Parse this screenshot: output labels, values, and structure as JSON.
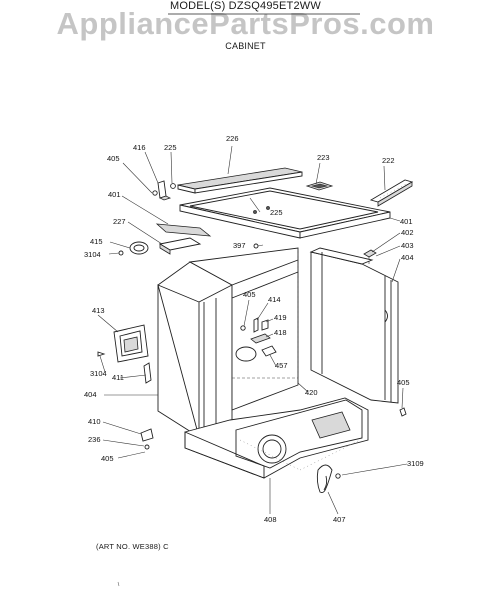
{
  "header": {
    "model_title": "MODEL(S) DZSQ495ET2WW",
    "watermark": "AppliancePartsPros.com",
    "section_title": "CABINET"
  },
  "footer": {
    "art_number": "(ART NO. WE388) C"
  },
  "callouts": [
    "226",
    "416",
    "225",
    "223",
    "222",
    "405",
    "401",
    "225",
    "401",
    "227",
    "402",
    "415",
    "397",
    "403",
    "3104",
    "404",
    "405",
    "414",
    "413",
    "419",
    "418",
    "457",
    "3104",
    "411",
    "420",
    "405",
    "404",
    "410",
    "236",
    "405",
    "3109",
    "408",
    "407"
  ]
}
